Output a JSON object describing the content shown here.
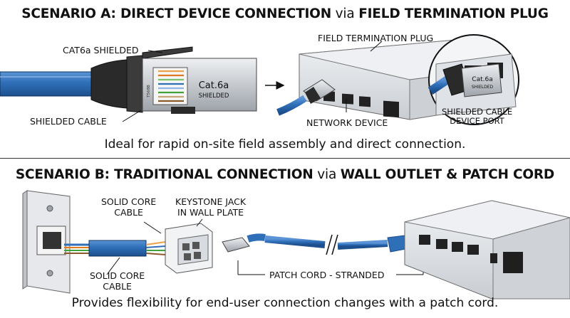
{
  "scenario_a": {
    "title_bold_1": "SCENARIO A: DIRECT DEVICE CONNECTION",
    "title_via": "via",
    "title_bold_2": "FIELD TERMINATION PLUG",
    "label_cat6a_shielded": "CAT6a SHIELDED",
    "label_shielded_cable": "SHIELDED CABLE",
    "plug_text_main": "Cat.6a",
    "plug_text_sub": "SHIELDED",
    "plug_side_text": "T568B",
    "label_field_termination_plug": "FIELD TERMINATION PLUG",
    "label_network_device": "NETWORK DEVICE",
    "inset_plug_text": "Cat.6a",
    "inset_plug_sub": "SHIELDED",
    "label_shielded_cable_device_port_1": "SHIELDED CABLE",
    "label_shielded_cable_device_port_2": "DEVICE PORT",
    "caption": "Ideal for rapid on-site field assembly and direct connection."
  },
  "scenario_b": {
    "title_bold_1": "SCENARIO B: TRADITIONAL CONNECTION",
    "title_via": "via",
    "title_bold_2": "WALL OUTLET & PATCH CORD",
    "label_solid_core_top_1": "SOLID CORE",
    "label_solid_core_top_2": "CABLE",
    "label_keystone_1": "KEYSTONE JACK",
    "label_keystone_2": "IN WALL PLATE",
    "label_solid_core_bottom_1": "SOLID CORE",
    "label_solid_core_bottom_2": "CABLE",
    "label_patch_cord": "PATCH CORD - STRANDED",
    "caption": "Provides flexibility for end-user connection changes with a patch cord."
  },
  "colors": {
    "cable_blue": "#2f6fb8",
    "cable_blue_dark": "#1d4f8e",
    "metal": "#c9ccd0",
    "boot_black": "#2a2a2a",
    "device_gray": "#dcdfe3"
  }
}
